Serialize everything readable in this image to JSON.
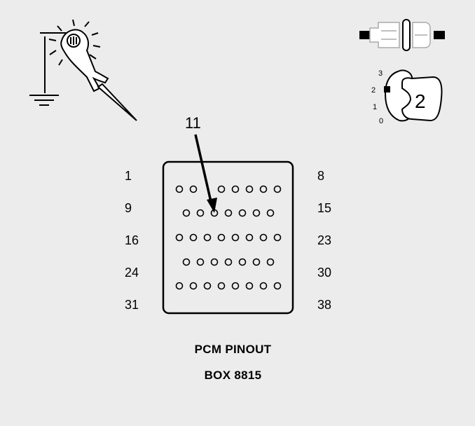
{
  "caption": {
    "title": "PCM PINOUT",
    "subtitle": "BOX 8815"
  },
  "probe_label": "11",
  "connector": {
    "row_labels_left": [
      "1",
      "9",
      "16",
      "24",
      "31"
    ],
    "row_labels_right": [
      "8",
      "15",
      "23",
      "30",
      "38"
    ],
    "row_pin_counts": [
      8,
      7,
      8,
      7,
      8
    ],
    "missing_pins": [
      {
        "row": 1,
        "index": 3
      }
    ],
    "indicated_pin": {
      "row": 2,
      "index": 3
    }
  },
  "ignition": {
    "positions": [
      "3",
      "2",
      "1",
      "0"
    ],
    "active_position": "2",
    "key_label": "2"
  },
  "colors": {
    "background": "#ececec",
    "ink": "#000000",
    "key_fill": "#ffffff"
  }
}
